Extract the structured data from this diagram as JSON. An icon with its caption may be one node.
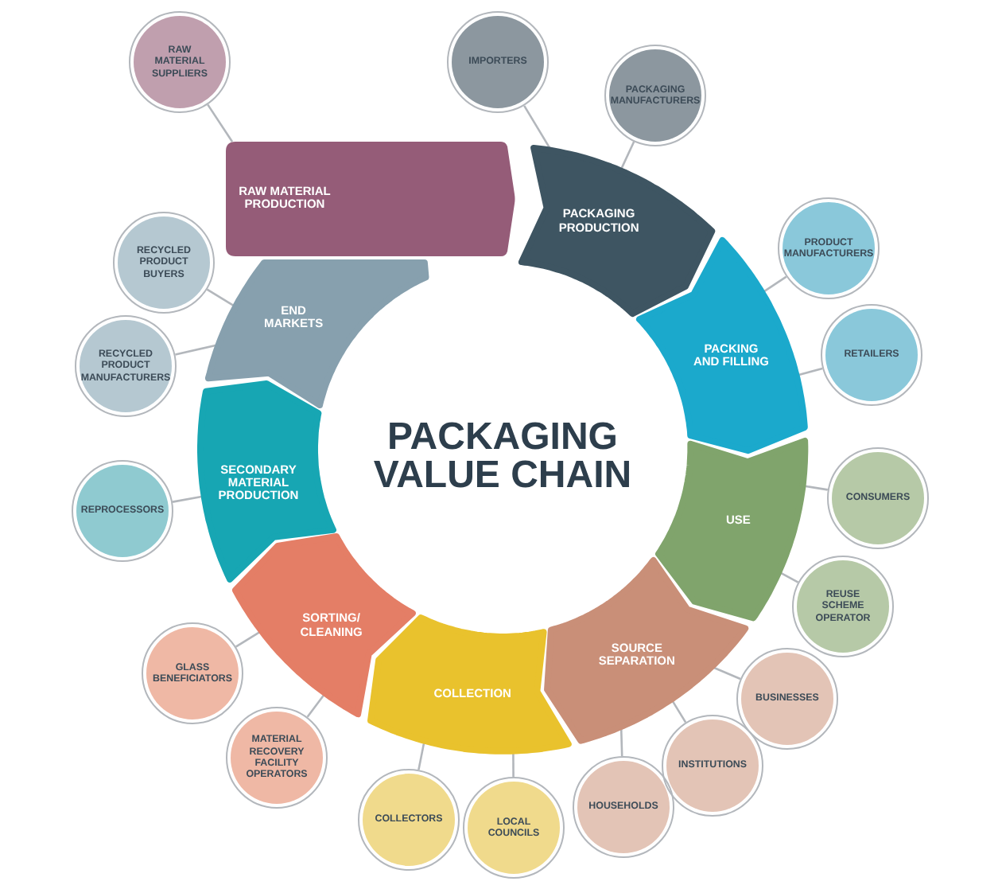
{
  "diagram": {
    "title": "PACKAGING VALUE CHAIN",
    "nodes": [
      {
        "text": [
          "RAW MATERIAL PRODUCTION"
        ]
      },
      {
        "text": [
          "PACKAGING PRODUCTION"
        ]
      },
      {
        "text": [
          "PACKING AND FILLING"
        ]
      },
      {
        "text": [
          "USE"
        ]
      },
      {
        "text": [
          "SOURCE SEPARATION"
        ]
      },
      {
        "text": [
          "COLLECTION"
        ]
      },
      {
        "text": [
          "SORTING/ CLEANING"
        ]
      },
      {
        "text": [
          "SECONDARY MATERIAL PRODUCTION"
        ]
      },
      {
        "text": [
          "END MARKETS"
        ]
      },
      {
        "text": [
          "RAW MATERIAL SUPPLIERS"
        ]
      },
      {
        "text": [
          "IMPORTERS"
        ]
      },
      {
        "text": [
          "PACKAGING MANUFACTURERS"
        ]
      },
      {
        "text": [
          "PRODUCT MANUFACTURERS"
        ]
      },
      {
        "text": [
          "RETAILERS"
        ]
      },
      {
        "text": [
          "CONSUMERS"
        ]
      },
      {
        "text": [
          "REUSE SCHEME OPERATOR"
        ]
      },
      {
        "text": [
          "BUSINESSES"
        ]
      },
      {
        "text": [
          "INSTITUTIONS"
        ]
      },
      {
        "text": [
          "HOUSEHOLDS"
        ]
      },
      {
        "text": [
          "LOCAL COUNCILS"
        ]
      },
      {
        "text": [
          "COLLECTORS"
        ]
      },
      {
        "text": [
          "MATERIAL RECOVERY FACILITY OPERATORS"
        ]
      },
      {
        "text": [
          "GLASS BENEFICIATORS"
        ]
      },
      {
        "text": [
          "REPROCESSORS"
        ]
      },
      {
        "text": [
          "RECYCLED PRODUCT MANUFACTURERS"
        ]
      },
      {
        "text": [
          "RECYCLED PRODUCT BUYERS"
        ]
      }
    ],
    "edges": [
      {
        "from": 9,
        "to": 0,
        "arrow": "none"
      },
      {
        "from": 10,
        "to": 1,
        "arrow": "none"
      },
      {
        "from": 11,
        "to": 1,
        "arrow": "none"
      },
      {
        "from": 12,
        "to": 2,
        "arrow": "none"
      },
      {
        "from": 13,
        "to": 2,
        "arrow": "none"
      },
      {
        "from": 14,
        "to": 3,
        "arrow": "none"
      },
      {
        "from": 15,
        "to": 3,
        "arrow": "none"
      },
      {
        "from": 16,
        "to": 4,
        "arrow": "none"
      },
      {
        "from": 17,
        "to": 4,
        "arrow": "none"
      },
      {
        "from": 18,
        "to": 4,
        "arrow": "none"
      },
      {
        "from": 19,
        "to": 5,
        "arrow": "none"
      },
      {
        "from": 20,
        "to": 5,
        "arrow": "none"
      },
      {
        "from": 21,
        "to": 6,
        "arrow": "none"
      },
      {
        "from": 22,
        "to": 6,
        "arrow": "none"
      },
      {
        "from": 23,
        "to": 7,
        "arrow": "none"
      },
      {
        "from": 24,
        "to": 8,
        "arrow": "none"
      },
      {
        "from": 25,
        "to": 8,
        "arrow": "none"
      }
    ]
  }
}
